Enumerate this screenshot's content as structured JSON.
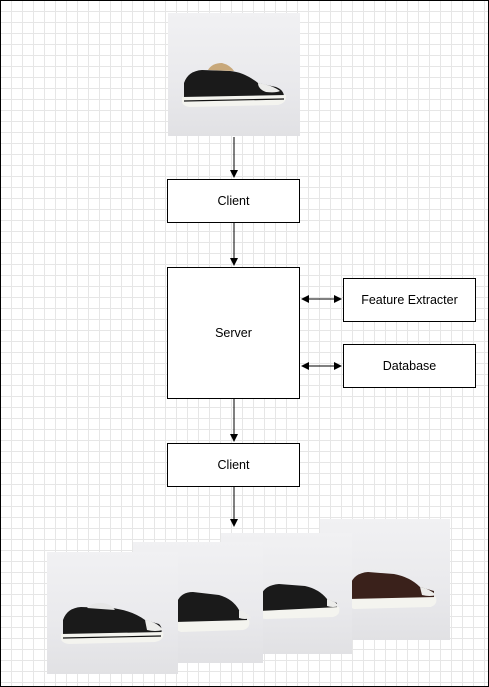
{
  "nodes": {
    "client_top": "Client",
    "server": "Server",
    "feature_extractor": "Feature Extracter",
    "database": "Database",
    "client_bottom": "Client"
  },
  "images": {
    "query": "black-low-top-sneaker",
    "results": [
      "black-slip-on-sneaker",
      "black-low-top-sneaker",
      "black-low-top-sneaker",
      "brown-low-top-sneaker"
    ]
  },
  "colors": {
    "line": "#000000",
    "grid": "#e6e6e6",
    "black_shoe": "#1a1a1a",
    "brown_shoe": "#3a211b",
    "sole": "#f4f4ef"
  }
}
